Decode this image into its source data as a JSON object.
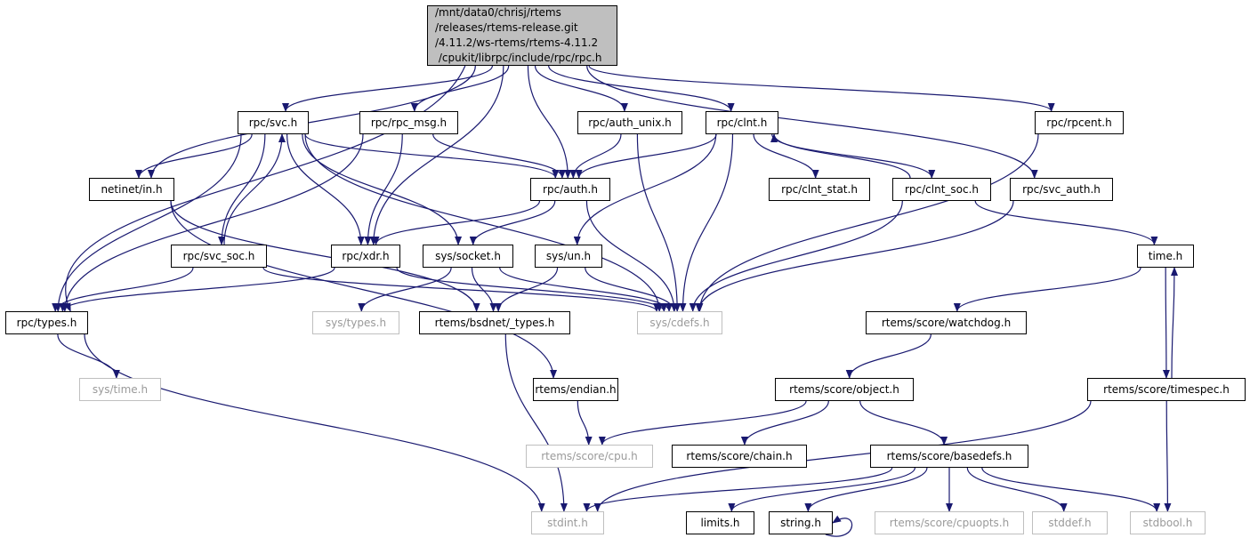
{
  "colors": {
    "edge": "#191970",
    "node_border": "#000000",
    "external_border": "#bfbfbf",
    "root_fill": "#bfbfbf"
  },
  "nodes": [
    {
      "id": "root",
      "label": "/mnt/data0/chrisj/rtems\n/releases/rtems-release.git\n/4.11.2/ws-rtems/rtems-4.11.2\n /cpukit/librpc/include/rpc/rpc.h",
      "kind": "root"
    },
    {
      "id": "svc",
      "label": "rpc/svc.h"
    },
    {
      "id": "rpc_msg",
      "label": "rpc/rpc_msg.h"
    },
    {
      "id": "auth_unix",
      "label": "rpc/auth_unix.h"
    },
    {
      "id": "clnt",
      "label": "rpc/clnt.h"
    },
    {
      "id": "rpcent",
      "label": "rpc/rpcent.h"
    },
    {
      "id": "netinet",
      "label": "netinet/in.h"
    },
    {
      "id": "auth",
      "label": "rpc/auth.h"
    },
    {
      "id": "clnt_stat",
      "label": "rpc/clnt_stat.h"
    },
    {
      "id": "clnt_soc",
      "label": "rpc/clnt_soc.h"
    },
    {
      "id": "svc_auth",
      "label": "rpc/svc_auth.h"
    },
    {
      "id": "svc_soc",
      "label": "rpc/svc_soc.h"
    },
    {
      "id": "xdr",
      "label": "rpc/xdr.h"
    },
    {
      "id": "socket",
      "label": "sys/socket.h"
    },
    {
      "id": "un",
      "label": "sys/un.h"
    },
    {
      "id": "time",
      "label": "time.h"
    },
    {
      "id": "types",
      "label": "rpc/types.h"
    },
    {
      "id": "systypes",
      "label": "sys/types.h",
      "kind": "external"
    },
    {
      "id": "bsdnet",
      "label": "rtems/bsdnet/_types.h"
    },
    {
      "id": "cdefs",
      "label": "sys/cdefs.h",
      "kind": "external"
    },
    {
      "id": "watchdog",
      "label": "rtems/score/watchdog.h"
    },
    {
      "id": "systime",
      "label": "sys/time.h",
      "kind": "external"
    },
    {
      "id": "endian",
      "label": "rtems/endian.h"
    },
    {
      "id": "object",
      "label": "rtems/score/object.h"
    },
    {
      "id": "timespec",
      "label": "rtems/score/timespec.h"
    },
    {
      "id": "cpu",
      "label": "rtems/score/cpu.h",
      "kind": "external"
    },
    {
      "id": "chain",
      "label": "rtems/score/chain.h"
    },
    {
      "id": "basedefs",
      "label": "rtems/score/basedefs.h"
    },
    {
      "id": "stdint",
      "label": "stdint.h",
      "kind": "external"
    },
    {
      "id": "limits",
      "label": "limits.h"
    },
    {
      "id": "string",
      "label": "string.h"
    },
    {
      "id": "cpuopts",
      "label": "rtems/score/cpuopts.h",
      "kind": "external"
    },
    {
      "id": "stddef",
      "label": "stddef.h",
      "kind": "external"
    },
    {
      "id": "stdbool",
      "label": "stdbool.h",
      "kind": "external"
    }
  ],
  "edges": [
    [
      "root",
      "svc"
    ],
    [
      "root",
      "rpc_msg"
    ],
    [
      "root",
      "auth_unix"
    ],
    [
      "root",
      "clnt"
    ],
    [
      "root",
      "rpcent"
    ],
    [
      "root",
      "netinet"
    ],
    [
      "root",
      "types"
    ],
    [
      "root",
      "xdr"
    ],
    [
      "root",
      "auth"
    ],
    [
      "root",
      "svc_auth"
    ],
    [
      "svc",
      "netinet"
    ],
    [
      "svc",
      "types"
    ],
    [
      "svc",
      "svc_soc"
    ],
    [
      "svc",
      "xdr"
    ],
    [
      "svc",
      "socket"
    ],
    [
      "svc",
      "auth"
    ],
    [
      "svc",
      "cdefs"
    ],
    [
      "rpc_msg",
      "types"
    ],
    [
      "rpc_msg",
      "xdr"
    ],
    [
      "rpc_msg",
      "auth"
    ],
    [
      "auth_unix",
      "auth"
    ],
    [
      "auth_unix",
      "cdefs"
    ],
    [
      "clnt",
      "auth"
    ],
    [
      "clnt",
      "clnt_stat"
    ],
    [
      "clnt",
      "clnt_soc"
    ],
    [
      "clnt",
      "un"
    ],
    [
      "clnt",
      "cdefs"
    ],
    [
      "clnt_soc",
      "clnt"
    ],
    [
      "clnt_soc",
      "time"
    ],
    [
      "clnt_soc",
      "cdefs"
    ],
    [
      "svc_auth",
      "cdefs"
    ],
    [
      "rpcent",
      "cdefs"
    ],
    [
      "netinet",
      "bsdnet"
    ],
    [
      "netinet",
      "endian"
    ],
    [
      "auth",
      "xdr"
    ],
    [
      "auth",
      "socket"
    ],
    [
      "auth",
      "cdefs"
    ],
    [
      "svc_soc",
      "svc"
    ],
    [
      "svc_soc",
      "types"
    ],
    [
      "svc_soc",
      "cdefs"
    ],
    [
      "xdr",
      "types"
    ],
    [
      "xdr",
      "cdefs"
    ],
    [
      "socket",
      "systypes"
    ],
    [
      "socket",
      "bsdnet"
    ],
    [
      "socket",
      "cdefs"
    ],
    [
      "un",
      "bsdnet"
    ],
    [
      "un",
      "cdefs"
    ],
    [
      "types",
      "systime"
    ],
    [
      "types",
      "stdint"
    ],
    [
      "bsdnet",
      "stdint"
    ],
    [
      "time",
      "watchdog"
    ],
    [
      "time",
      "timespec"
    ],
    [
      "timespec",
      "time"
    ],
    [
      "timespec",
      "stdint"
    ],
    [
      "timespec",
      "stdbool"
    ],
    [
      "watchdog",
      "object"
    ],
    [
      "endian",
      "cpu"
    ],
    [
      "object",
      "cpu"
    ],
    [
      "object",
      "chain"
    ],
    [
      "object",
      "basedefs"
    ],
    [
      "basedefs",
      "stdint"
    ],
    [
      "basedefs",
      "limits"
    ],
    [
      "basedefs",
      "string"
    ],
    [
      "basedefs",
      "cpuopts"
    ],
    [
      "basedefs",
      "stddef"
    ],
    [
      "basedefs",
      "stdbool"
    ],
    [
      "string",
      "string"
    ]
  ]
}
